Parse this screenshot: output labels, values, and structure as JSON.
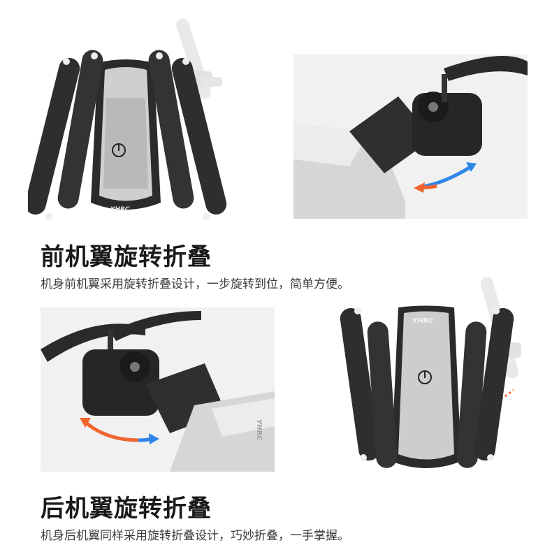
{
  "front_section": {
    "title": "前机翼旋转折叠",
    "description": "机身前机翼采用旋转折叠设计，一步旋转到位，简单方便。",
    "brand_mark": "YHRC"
  },
  "rear_section": {
    "title": "后机翼旋转折叠",
    "description": "机身后机翼同样采用旋转折叠设计，巧妙折叠，一手掌握。",
    "brand_mark": "YHRC"
  },
  "colors": {
    "arrow_orange": "#f0642d",
    "arrow_blue": "#2f86e8",
    "drone_dark": "#2b2b2b",
    "drone_silver": "#c8c8c8"
  }
}
